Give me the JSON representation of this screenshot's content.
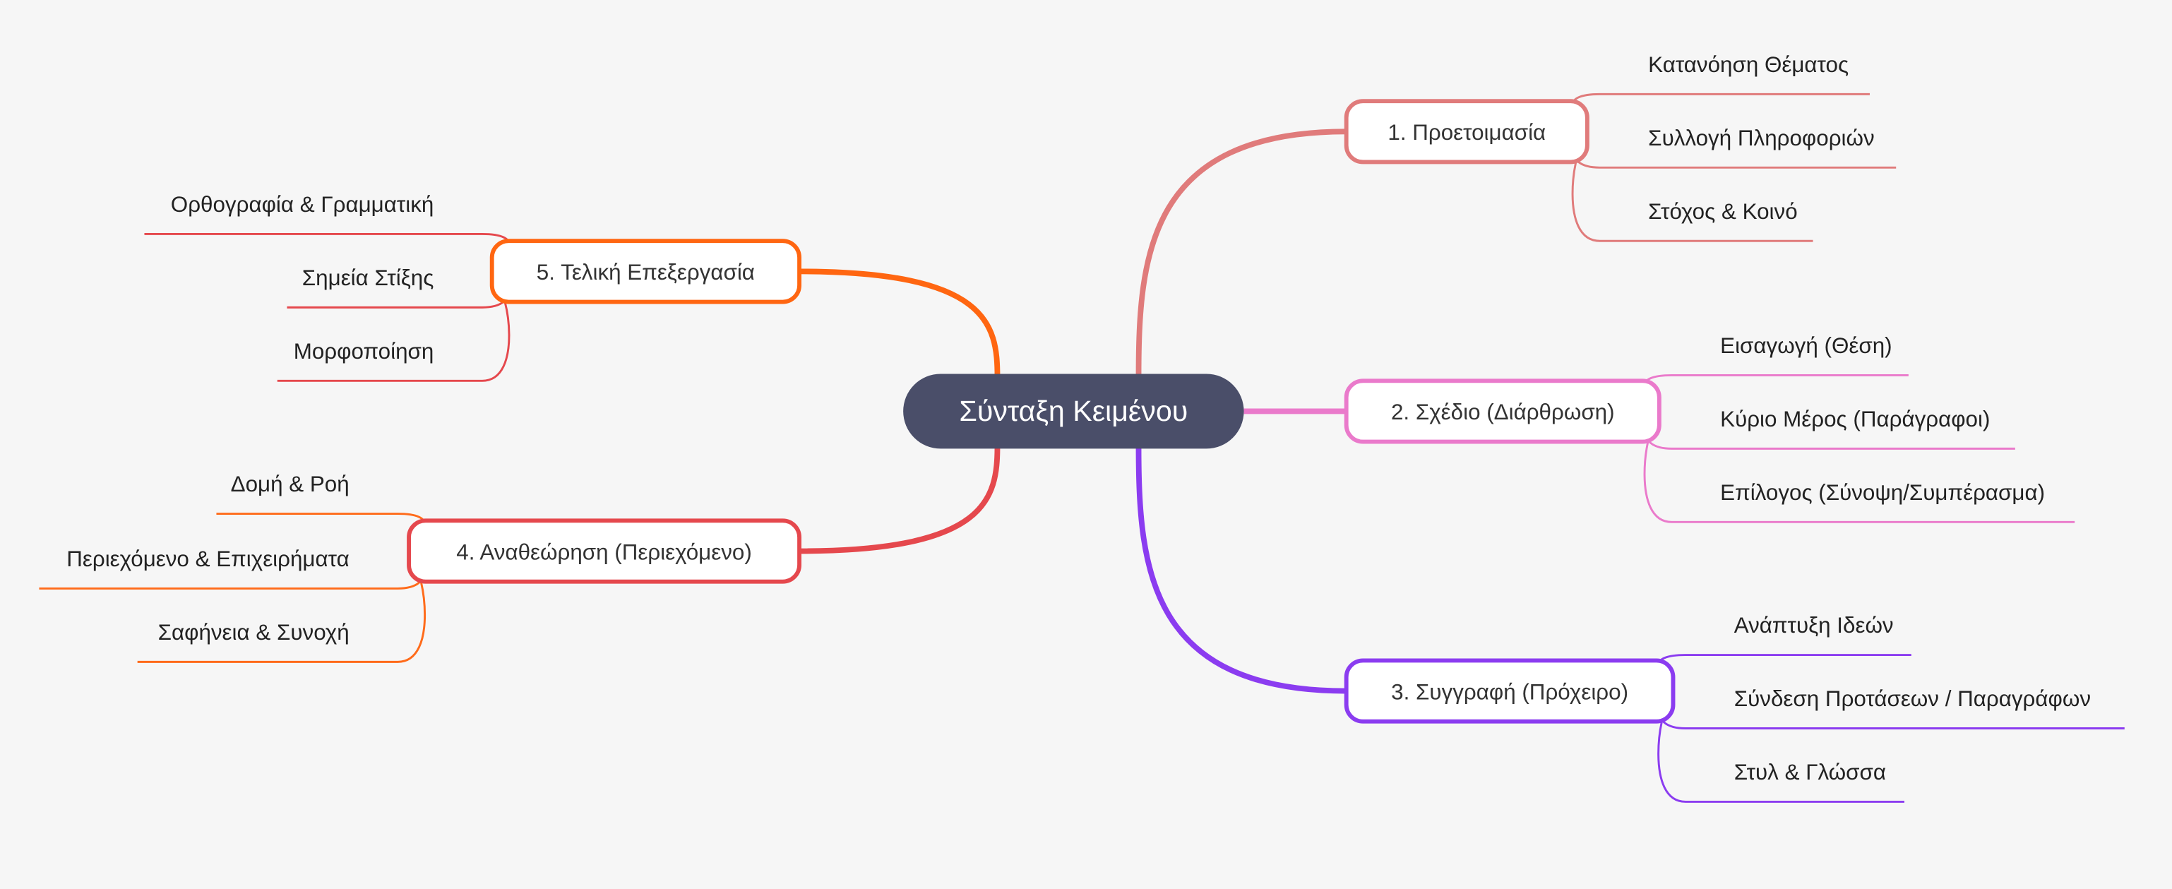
{
  "root": {
    "label": "Σύνταξη Κειμένου",
    "color": "#4a4e69"
  },
  "branches": [
    {
      "label": "1. Προετοιμασία",
      "color": "#e07b7b",
      "child_color": "#e07b7b",
      "children": [
        "Κατανόηση Θέματος",
        "Συλλογή Πληροφοριών",
        "Στόχος & Κοινό"
      ]
    },
    {
      "label": "2. Σχέδιο (Διάρθρωση)",
      "color": "#ea7acb",
      "child_color": "#ea7acb",
      "children": [
        "Εισαγωγή (Θέση)",
        "Κύριο Μέρος (Παράγραφοι)",
        "Επίλογος (Σύνοψη/Συμπέρασμα)"
      ]
    },
    {
      "label": "3. Συγγραφή (Πρόχειρο)",
      "color": "#8b3cf0",
      "child_color": "#8b3cf0",
      "children": [
        "Ανάπτυξη Ιδεών",
        "Σύνδεση Προτάσεων / Παραγράφων",
        "Στυλ & Γλώσσα"
      ]
    },
    {
      "label": "4. Αναθεώρηση (Περιεχόμενο)",
      "color": "#e5484d",
      "child_color": "#ff6b1a",
      "children": [
        "Δομή & Ροή",
        "Περιεχόμενο & Επιχειρήματα",
        "Σαφήνεια & Συνοχή"
      ]
    },
    {
      "label": "5. Τελική Επεξεργασία",
      "color": "#ff6611",
      "child_color": "#e5484d",
      "children": [
        "Ορθογραφία & Γραμματική",
        "Σημεία Στίξης",
        "Μορφοποίηση"
      ]
    }
  ]
}
